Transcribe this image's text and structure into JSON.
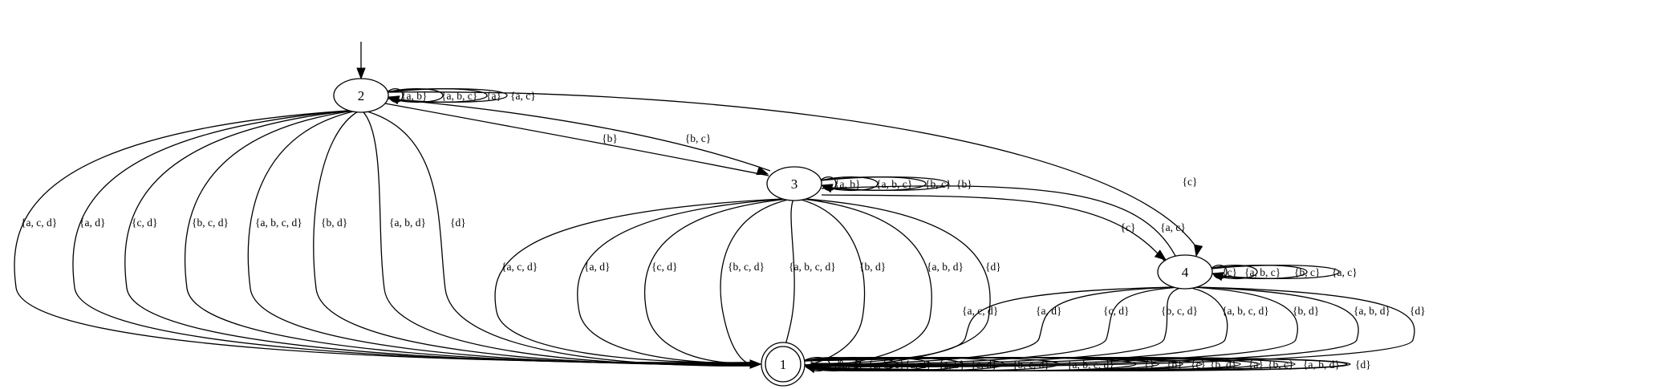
{
  "diagram": {
    "type": "automaton",
    "initial_state": "2",
    "accepting_states": [
      "1"
    ],
    "states": [
      {
        "id": "1",
        "label": "1",
        "accepting": true
      },
      {
        "id": "2",
        "label": "2",
        "accepting": false
      },
      {
        "id": "3",
        "label": "3",
        "accepting": false
      },
      {
        "id": "4",
        "label": "4",
        "accepting": false
      }
    ],
    "transitions": [
      {
        "from": "2",
        "to": "2",
        "label": "{a, b}"
      },
      {
        "from": "2",
        "to": "2",
        "label": "{a, b, c}"
      },
      {
        "from": "2",
        "to": "2",
        "label": "{a}"
      },
      {
        "from": "2",
        "to": "2",
        "label": "{a, c}"
      },
      {
        "from": "2",
        "to": "3",
        "label": "{b}"
      },
      {
        "from": "2",
        "to": "3",
        "label": "{b, c}"
      },
      {
        "from": "2",
        "to": "4",
        "label": "{c}"
      },
      {
        "from": "2",
        "to": "1",
        "label": "{a, c, d}"
      },
      {
        "from": "2",
        "to": "1",
        "label": "{a, d}"
      },
      {
        "from": "2",
        "to": "1",
        "label": "{c, d}"
      },
      {
        "from": "2",
        "to": "1",
        "label": "{b, c, d}"
      },
      {
        "from": "2",
        "to": "1",
        "label": "{a, b, c, d}"
      },
      {
        "from": "2",
        "to": "1",
        "label": "{b, d}"
      },
      {
        "from": "2",
        "to": "1",
        "label": "{a, b, d}"
      },
      {
        "from": "2",
        "to": "1",
        "label": "{d}"
      },
      {
        "from": "3",
        "to": "3",
        "label": "{a, b}"
      },
      {
        "from": "3",
        "to": "3",
        "label": "{a, b, c}"
      },
      {
        "from": "3",
        "to": "3",
        "label": "{b, c}"
      },
      {
        "from": "3",
        "to": "3",
        "label": "{b}"
      },
      {
        "from": "3",
        "to": "4",
        "label": "{c}"
      },
      {
        "from": "3",
        "to": "4",
        "label": "{a, c}"
      },
      {
        "from": "3",
        "to": "1",
        "label": "{a, c, d}"
      },
      {
        "from": "3",
        "to": "1",
        "label": "{a, d}"
      },
      {
        "from": "3",
        "to": "1",
        "label": "{c, d}"
      },
      {
        "from": "3",
        "to": "1",
        "label": "{b, c, d}"
      },
      {
        "from": "3",
        "to": "1",
        "label": "{a, b, c, d}"
      },
      {
        "from": "3",
        "to": "1",
        "label": "{b, d}"
      },
      {
        "from": "3",
        "to": "1",
        "label": "{a, b, d}"
      },
      {
        "from": "3",
        "to": "1",
        "label": "{d}"
      },
      {
        "from": "4",
        "to": "4",
        "label": "{c}"
      },
      {
        "from": "4",
        "to": "4",
        "label": "{a, b, c}"
      },
      {
        "from": "4",
        "to": "4",
        "label": "{b, c}"
      },
      {
        "from": "4",
        "to": "4",
        "label": "{a, c}"
      },
      {
        "from": "4",
        "to": "1",
        "label": "{a, c, d}"
      },
      {
        "from": "4",
        "to": "1",
        "label": "{a, d}"
      },
      {
        "from": "4",
        "to": "1",
        "label": "{c, d}"
      },
      {
        "from": "4",
        "to": "1",
        "label": "{b, c, d}"
      },
      {
        "from": "4",
        "to": "1",
        "label": "{a, b, c, d}"
      },
      {
        "from": "4",
        "to": "1",
        "label": "{b, d}"
      },
      {
        "from": "4",
        "to": "1",
        "label": "{a, b, d}"
      },
      {
        "from": "4",
        "to": "1",
        "label": "{d}"
      },
      {
        "from": "1",
        "to": "1",
        "label": "{a, c, d}"
      },
      {
        "from": "1",
        "to": "1",
        "label": "{a, c}"
      },
      {
        "from": "1",
        "to": "1",
        "label": "{a, b, c}"
      },
      {
        "from": "1",
        "to": "1",
        "label": "{a, d}"
      },
      {
        "from": "1",
        "to": "1",
        "label": "{a, b}"
      },
      {
        "from": "1",
        "to": "1",
        "label": "{c, d}"
      },
      {
        "from": "1",
        "to": "1",
        "label": "{b, c, d}"
      },
      {
        "from": "1",
        "to": "1",
        "label": "{a, b, c, d}"
      },
      {
        "from": "1",
        "to": "1",
        "label": "{}"
      },
      {
        "from": "1",
        "to": "1",
        "label": "{b}"
      },
      {
        "from": "1",
        "to": "1",
        "label": "{c}"
      },
      {
        "from": "1",
        "to": "1",
        "label": "{b, d}"
      },
      {
        "from": "1",
        "to": "1",
        "label": "{a}"
      },
      {
        "from": "1",
        "to": "1",
        "label": "{b, c}"
      },
      {
        "from": "1",
        "to": "1",
        "label": "{a, b, d}"
      },
      {
        "from": "1",
        "to": "1",
        "label": "{d}"
      }
    ]
  }
}
